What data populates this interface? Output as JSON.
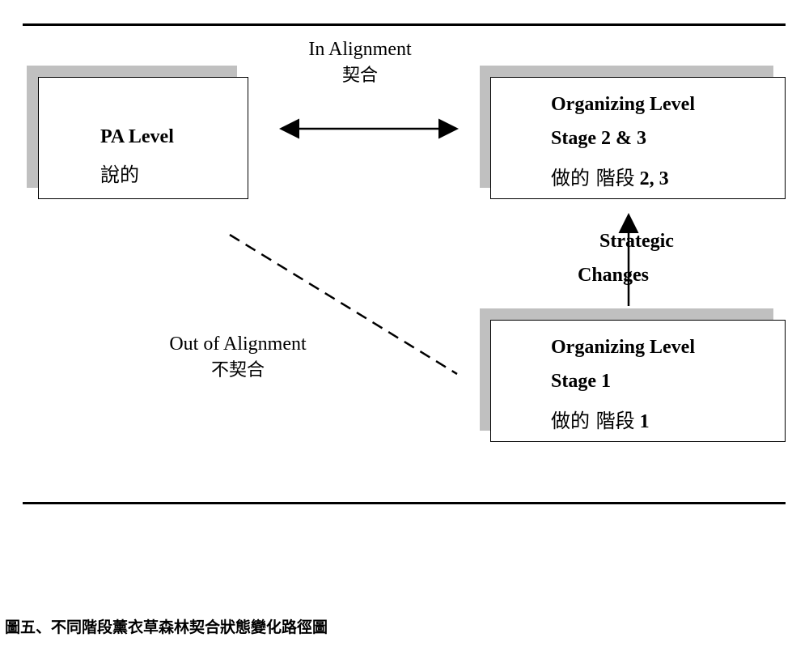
{
  "diagram": {
    "pa_box": {
      "title": "PA Level",
      "subtitle": "說的"
    },
    "org_high_box": {
      "title": "Organizing Level",
      "stage": "Stage 2 & 3",
      "subtitle_cjk": "做的  階段",
      "subtitle_num": "2, 3"
    },
    "org_low_box": {
      "title": "Organizing Level",
      "stage": "Stage 1",
      "subtitle_cjk": "做的  階段",
      "subtitle_num": "1"
    },
    "in_alignment": {
      "en": "In Alignment",
      "zh": "契合"
    },
    "out_alignment": {
      "en": "Out of Alignment",
      "zh": "不契合"
    },
    "strategic_changes": {
      "line1": "Strategic",
      "line2": "Changes"
    }
  },
  "caption": "圖五、不同階段薰衣草森林契合狀態變化路徑圖"
}
